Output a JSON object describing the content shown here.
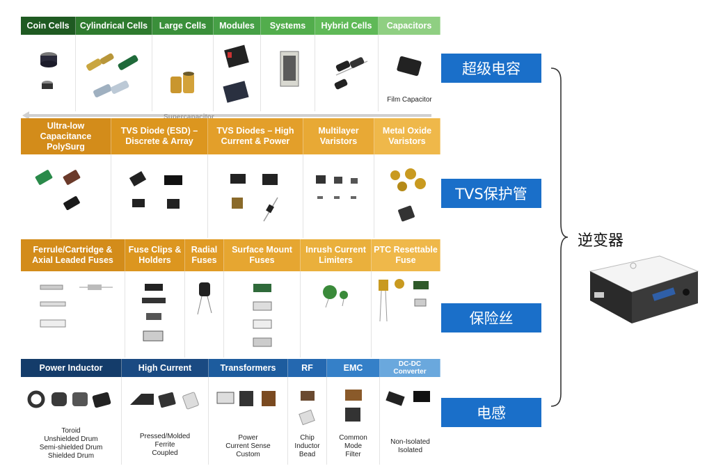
{
  "batteries": {
    "headers": [
      "Coin Cells",
      "Cylindrical Cells",
      "Large Cells",
      "Modules",
      "Systems",
      "Hybrid Cells",
      "Capacitors"
    ],
    "film_capacitor_label": "Film Capacitor",
    "arrow_label": "Supercapacitor"
  },
  "tvs": {
    "headers": [
      "Ultra-low Capacitance PolySurg",
      "TVS Diode (ESD) – Discrete & Array",
      "TVS Diodes – High Current & Power",
      "Multilayer Varistors",
      "Metal Oxide Varistors"
    ]
  },
  "fuses": {
    "headers": [
      "Ferrule/Cartridge & Axial Leaded Fuses",
      "Fuse Clips & Holders",
      "Radial Fuses",
      "Surface Mount Fuses",
      "Inrush Current Limiters",
      "PTC Resettable Fuse"
    ]
  },
  "inductors": {
    "headers": [
      "Power Inductor",
      "High Current",
      "Transformers",
      "RF",
      "EMC",
      "DC-DC Converter"
    ],
    "captions": [
      "Toroid\nUnshielded Drum\nSemi-shielded Drum\nShielded Drum",
      "Pressed/Molded\nFerrite\nCoupled",
      "Power\nCurrent Sense\nCustom",
      "Chip\nInductor\nBead",
      "Common\nMode\nFilter",
      "Non-Isolated\nIsolated"
    ]
  },
  "categories": [
    "超级电容",
    "TVS保护管",
    "保险丝",
    "电感"
  ],
  "main_label": "逆变器",
  "colors": {
    "green_header": "#3a8f3a",
    "orange_header": "#e2a12a",
    "blue_header": "#1d5c9e",
    "category_box": "#1a6fc9"
  }
}
